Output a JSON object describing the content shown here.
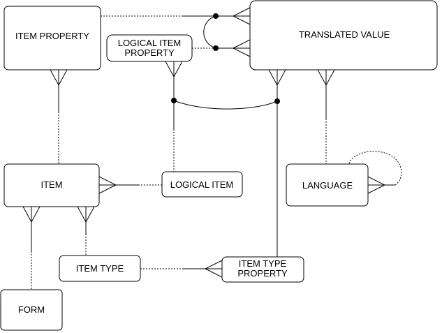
{
  "entities": {
    "item_property": "ITEM PROPERTY",
    "translated_value": "TRANSLATED VALUE",
    "logical_item_property": [
      "LOGICAL ITEM",
      "PROPERTY"
    ],
    "item": "ITEM",
    "logical_item": "LOGICAL ITEM",
    "language": "LANGUAGE",
    "item_type": "ITEM TYPE",
    "item_type_property": [
      "ITEM TYPE",
      "PROPERTY"
    ],
    "form": "FORM"
  },
  "colors": {
    "line": "#000000",
    "background": "#ffffff"
  }
}
